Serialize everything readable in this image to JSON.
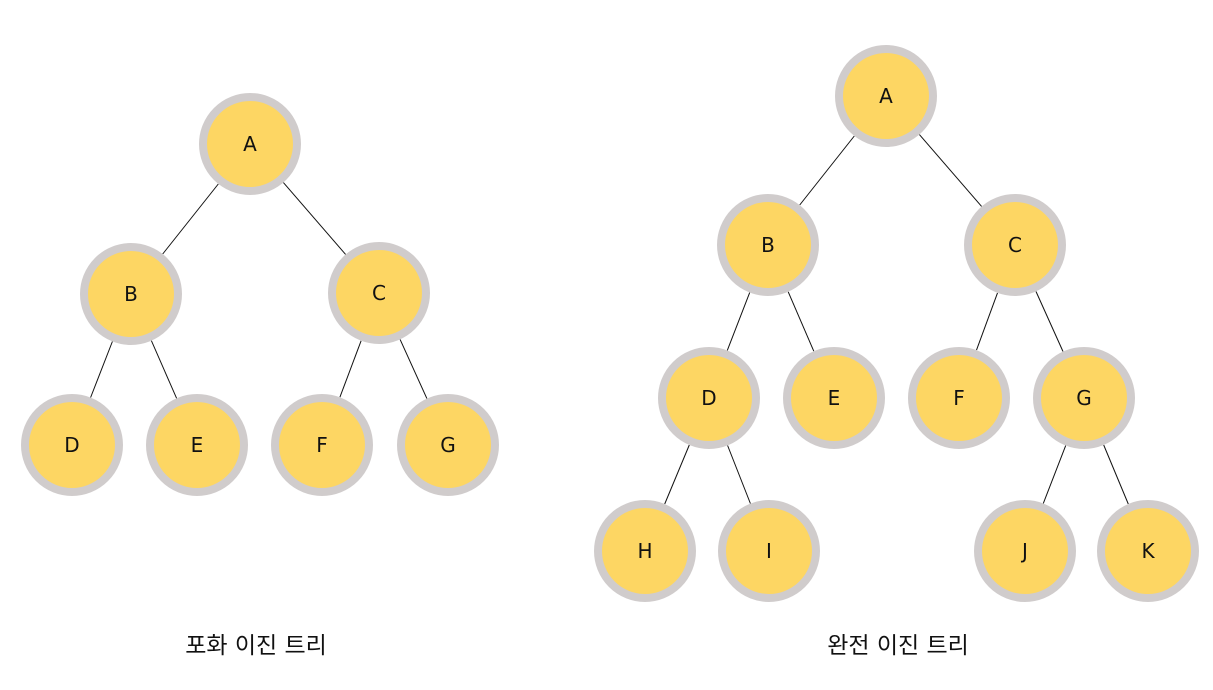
{
  "colors": {
    "node_fill": "#fdd663",
    "node_border": "#d0cccc",
    "edge": "#111111",
    "text": "#111111",
    "background": "#ffffff"
  },
  "trees": [
    {
      "caption": "포화 이진 트리",
      "nodes": [
        "A",
        "B",
        "C",
        "D",
        "E",
        "F",
        "G"
      ],
      "edges": [
        [
          "A",
          "B"
        ],
        [
          "A",
          "C"
        ],
        [
          "B",
          "D"
        ],
        [
          "B",
          "E"
        ],
        [
          "C",
          "F"
        ],
        [
          "C",
          "G"
        ]
      ]
    },
    {
      "caption": "완전 이진 트리",
      "nodes": [
        "A",
        "B",
        "C",
        "D",
        "E",
        "F",
        "G",
        "H",
        "I",
        "J",
        "K"
      ],
      "edges": [
        [
          "A",
          "B"
        ],
        [
          "A",
          "C"
        ],
        [
          "B",
          "D"
        ],
        [
          "B",
          "E"
        ],
        [
          "C",
          "F"
        ],
        [
          "C",
          "G"
        ],
        [
          "D",
          "H"
        ],
        [
          "D",
          "I"
        ],
        [
          "G",
          "J"
        ],
        [
          "G",
          "K"
        ]
      ]
    }
  ]
}
